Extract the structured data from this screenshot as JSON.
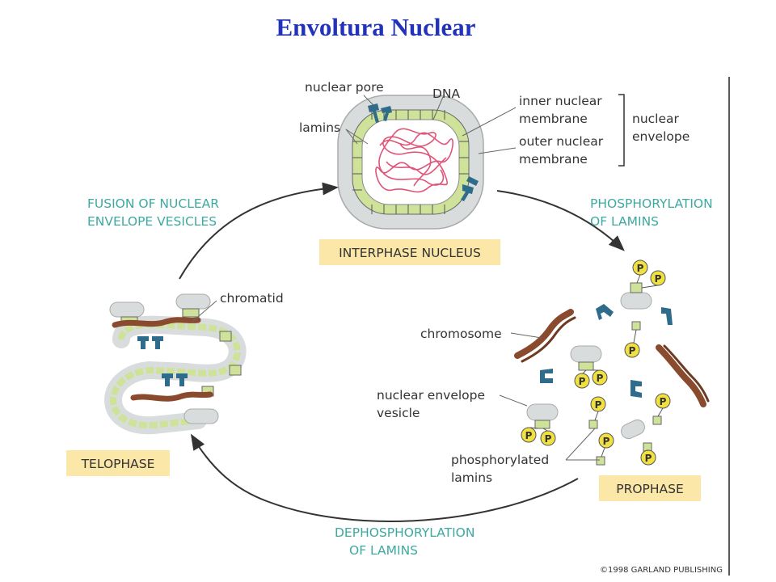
{
  "title": "Envoltura Nuclear",
  "interphase": {
    "stage_label": "INTERPHASE NUCLEUS",
    "labels": {
      "nuclear_pore": "nuclear pore",
      "dna": "DNA",
      "lamins": "lamins",
      "inner_1": "inner nuclear",
      "inner_2": "membrane",
      "outer_1": "outer nuclear",
      "outer_2": "membrane",
      "envelope_1": "nuclear",
      "envelope_2": "envelope"
    }
  },
  "prophase": {
    "stage_label": "PROPHASE",
    "labels": {
      "chromosome": "chromosome",
      "vesicle_1": "nuclear envelope",
      "vesicle_2": "vesicle",
      "phospho_1": "phosphorylated",
      "phospho_2": "lamins"
    },
    "phosphate_symbol": "P"
  },
  "telophase": {
    "stage_label": "TELOPHASE",
    "labels": {
      "chromatid": "chromatid"
    }
  },
  "transitions": {
    "fusion_1": "FUSION OF NUCLEAR",
    "fusion_2": "ENVELOPE VESICLES",
    "phos_1": "PHOSPHORYLATION",
    "phos_2": "OF LAMINS",
    "dephos_1": "DEPHOSPHORYLATION",
    "dephos_2": "OF LAMINS"
  },
  "copyright": "©1998 GARLAND PUBLISHING",
  "colors": {
    "title": "#2233bb",
    "membrane": "#d9dcdc",
    "lamin": "#cfe29a",
    "pore": "#2f6b8a",
    "dna": "#e05577",
    "chromosome": "#8a4a2e",
    "phosphate": "#f0e040",
    "stage_box": "#fbe7a8",
    "transition_text": "#3ea9a0"
  }
}
